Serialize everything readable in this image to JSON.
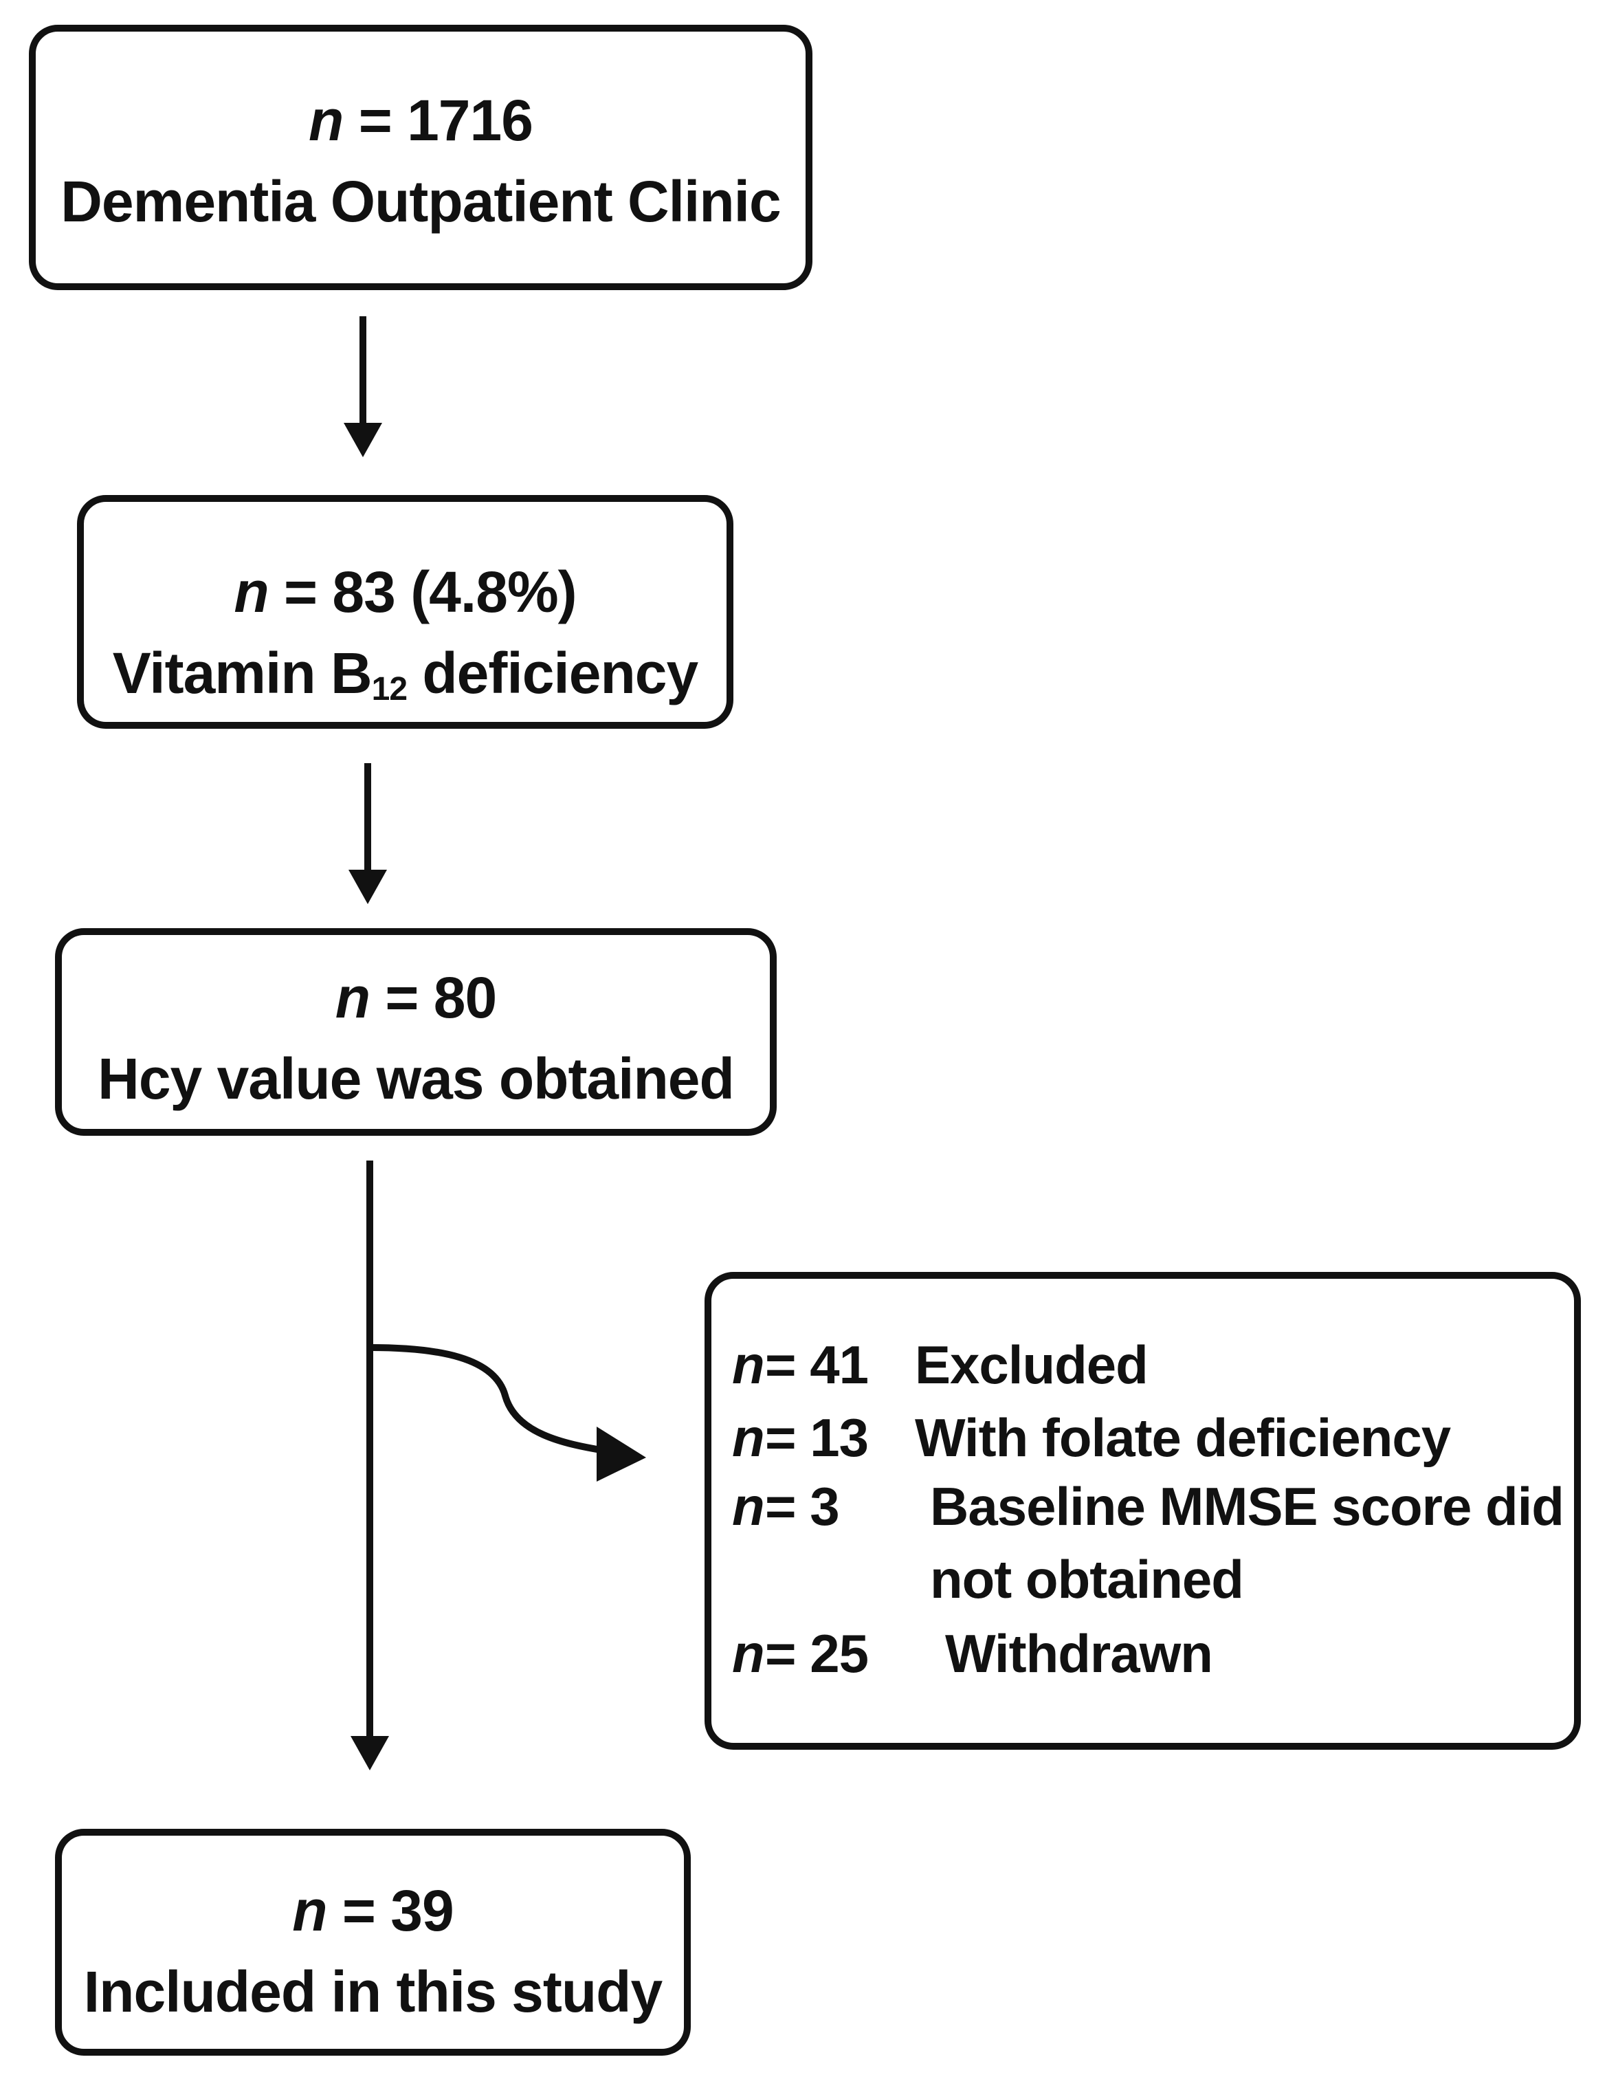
{
  "boxes": {
    "clinic": {
      "count": "= 1716",
      "label": "Dementia Outpatient Clinic"
    },
    "b12": {
      "count": "= 83 (4.8%)",
      "label_prefix": "Vitamin B",
      "label_sub": "12",
      "label_suffix": " deficiency"
    },
    "hcy": {
      "count": "= 80",
      "label": "Hcy value was obtained"
    },
    "included": {
      "count": "= 39",
      "label": "Included in this study"
    }
  },
  "n_symbol": "n",
  "exclusions": [
    {
      "count": "= 41",
      "label": "Excluded"
    },
    {
      "count": "= 13",
      "label": "With folate deficiency"
    },
    {
      "count": "= 3",
      "label": "Baseline MMSE score did",
      "label_cont": "not obtained"
    },
    {
      "count": "= 25",
      "label": "Withdrawn"
    }
  ]
}
